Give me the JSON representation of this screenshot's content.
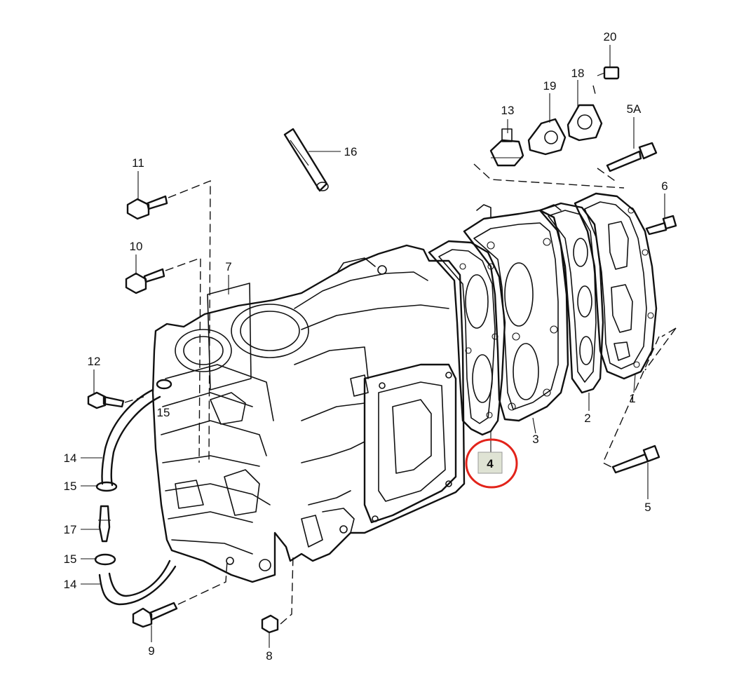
{
  "diagram": {
    "labels": {
      "l1": "1",
      "l2": "2",
      "l3": "3",
      "l4": "4",
      "l5": "5",
      "l5a": "5A",
      "l6": "6",
      "l7": "7",
      "l8": "8",
      "l9": "9",
      "l10": "10",
      "l11": "11",
      "l12": "12",
      "l13": "13",
      "l14a": "14",
      "l14b": "14",
      "l15a": "15",
      "l15b": "15",
      "l15c": "15",
      "l16": "16",
      "l17": "17",
      "l18": "18",
      "l19": "19",
      "l20": "20"
    },
    "highlight": {
      "part": "4",
      "ring_color": "#e2231a",
      "box_fill": "#dfe3d4"
    }
  }
}
